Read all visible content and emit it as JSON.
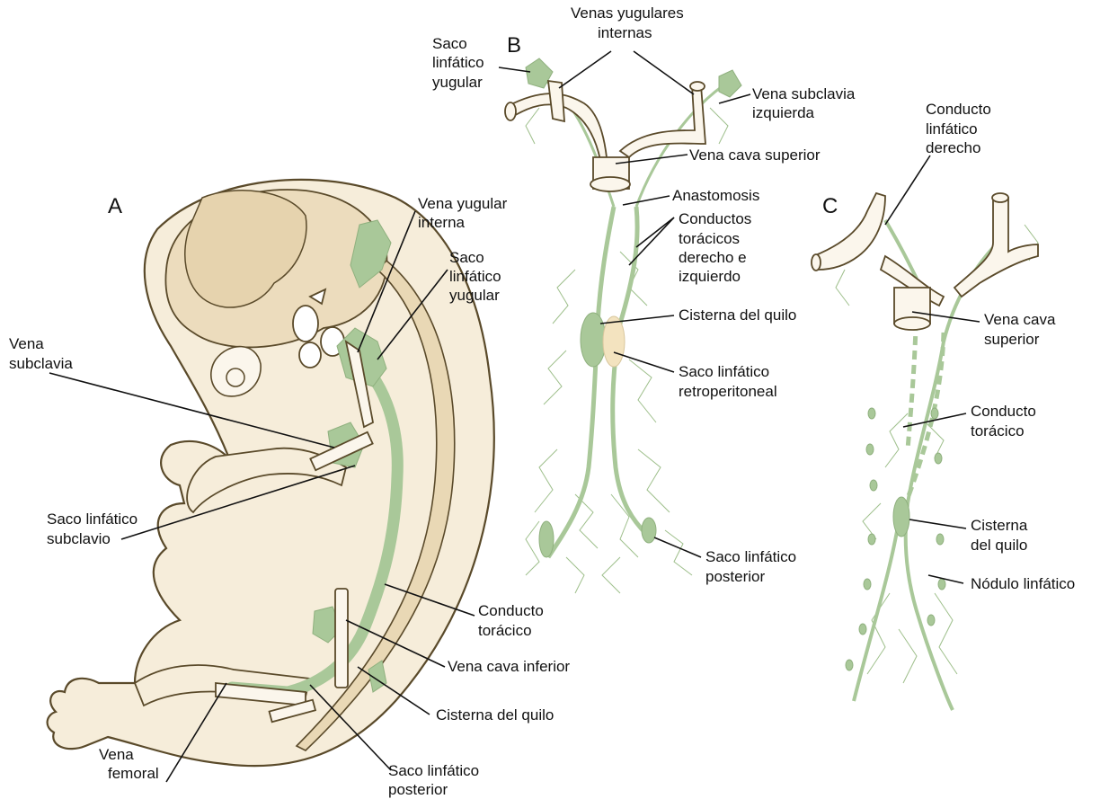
{
  "panels": {
    "a": "A",
    "b": "B",
    "c": "C"
  },
  "colors": {
    "embryo_fill": "#f6edda",
    "embryo_outline": "#5a4a2a",
    "lymphatic": "#a9c899",
    "vein_fill": "#fbf6ec",
    "cisterna_highlight": "#f3e3bf"
  },
  "labels_a": {
    "vena_yugular_interna": [
      "Vena yugular",
      "interna"
    ],
    "saco_yugular": [
      "Saco",
      "linfático",
      "yugular"
    ],
    "vena_subclavia": [
      "Vena",
      "subclavia"
    ],
    "saco_subclavio": [
      "Saco linfático",
      "subclavio"
    ],
    "conducto_toracico": [
      "Conducto",
      "torácico"
    ],
    "vena_cava_inferior": [
      "Vena cava inferior"
    ],
    "cisterna_quilo": [
      "Cisterna del quilo"
    ],
    "vena_femoral": [
      "Vena",
      "femoral"
    ],
    "saco_posterior": [
      "Saco linfático",
      "posterior"
    ]
  },
  "labels_b": {
    "venas_yugulares": [
      "Venas yugulares",
      "internas"
    ],
    "saco_yugular": [
      "Saco",
      "linfático",
      "yugular"
    ],
    "vena_subclavia_izq": [
      "Vena subclavia",
      "izquierda"
    ],
    "vena_cava_superior": [
      "Vena cava superior"
    ],
    "anastomosis": [
      "Anastomosis"
    ],
    "conductos_toracicos": [
      "Conductos",
      "torácicos",
      "derecho e",
      "izquierdo"
    ],
    "cisterna_quilo": [
      "Cisterna del quilo"
    ],
    "saco_retroperitoneal": [
      "Saco linfático",
      "retroperitoneal"
    ],
    "saco_posterior": [
      "Saco linfático",
      "posterior"
    ]
  },
  "labels_c": {
    "conducto_derecho": [
      "Conducto",
      "linfático",
      "derecho"
    ],
    "vena_cava_superior": [
      "Vena cava",
      "superior"
    ],
    "conducto_toracico": [
      "Conducto",
      "torácico"
    ],
    "cisterna_quilo": [
      "Cisterna",
      "del quilo"
    ],
    "nodulo_linfatico": [
      "Nódulo linfático"
    ]
  }
}
